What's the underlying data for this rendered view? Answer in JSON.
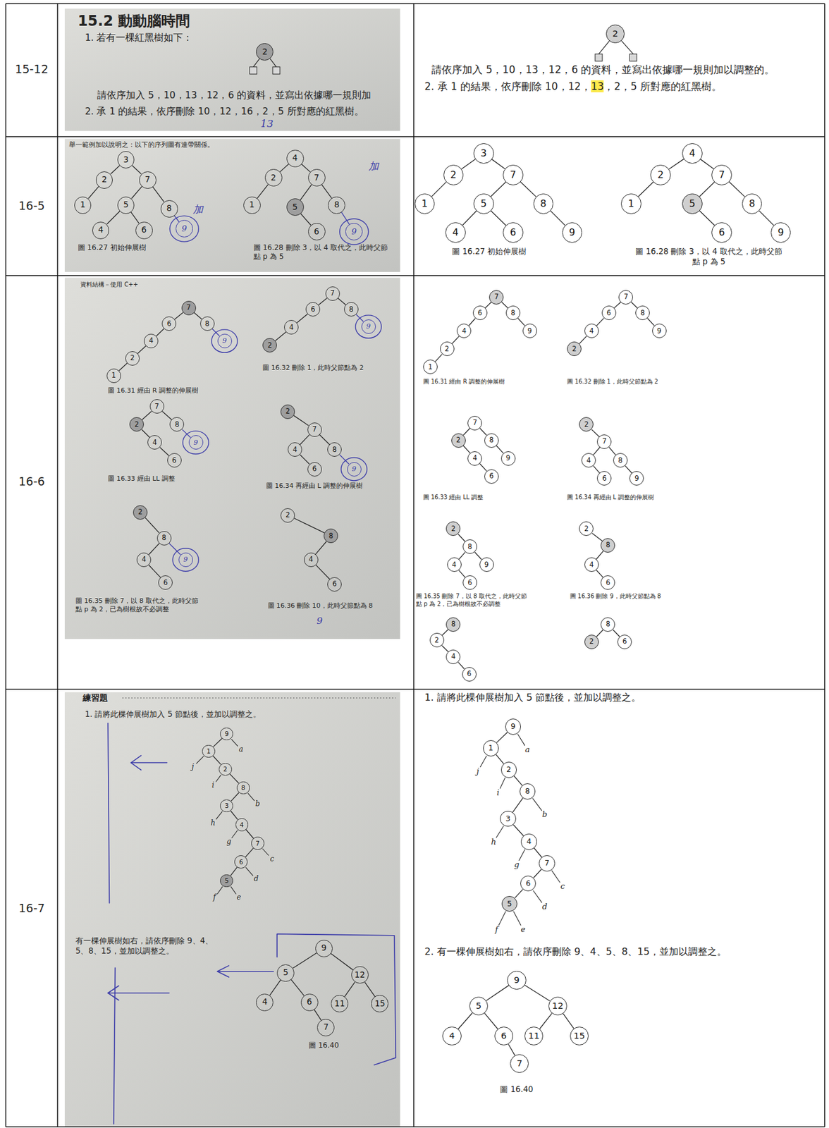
{
  "diagram": {
    "nodes": [
      {
        "text": [
          "2"
        ]
      },
      {
        "text": [
          "2"
        ]
      },
      {
        "text": [
          "3"
        ]
      },
      {
        "text": [
          "2"
        ]
      },
      {
        "text": [
          "7"
        ]
      },
      {
        "text": [
          "1"
        ]
      },
      {
        "text": [
          "5"
        ]
      },
      {
        "text": [
          "8"
        ]
      },
      {
        "text": [
          "4"
        ]
      },
      {
        "text": [
          "6"
        ]
      },
      {
        "text": [
          "9"
        ]
      },
      {
        "text": [
          "4"
        ]
      },
      {
        "text": [
          "2"
        ]
      },
      {
        "text": [
          "7"
        ]
      },
      {
        "text": [
          "1"
        ]
      },
      {
        "text": [
          "5"
        ]
      },
      {
        "text": [
          "8"
        ]
      },
      {
        "text": [
          "6"
        ]
      },
      {
        "text": [
          "9"
        ]
      },
      {
        "text": [
          "3"
        ]
      },
      {
        "text": [
          "2"
        ]
      },
      {
        "text": [
          "7"
        ]
      },
      {
        "text": [
          "1"
        ]
      },
      {
        "text": [
          "5"
        ]
      },
      {
        "text": [
          "8"
        ]
      },
      {
        "text": [
          "4"
        ]
      },
      {
        "text": [
          "6"
        ]
      },
      {
        "text": [
          "9"
        ]
      },
      {
        "text": [
          "4"
        ]
      },
      {
        "text": [
          "2"
        ]
      },
      {
        "text": [
          "7"
        ]
      },
      {
        "text": [
          "1"
        ]
      },
      {
        "text": [
          "5"
        ]
      },
      {
        "text": [
          "8"
        ]
      },
      {
        "text": [
          "6"
        ]
      },
      {
        "text": [
          "9"
        ]
      },
      {
        "text": [
          "7"
        ]
      },
      {
        "text": [
          "6"
        ]
      },
      {
        "text": [
          "8"
        ]
      },
      {
        "text": [
          "4"
        ]
      },
      {
        "text": [
          "9"
        ]
      },
      {
        "text": [
          "2"
        ]
      },
      {
        "text": [
          "1"
        ]
      },
      {
        "text": [
          "7"
        ]
      },
      {
        "text": [
          "6"
        ]
      },
      {
        "text": [
          "8"
        ]
      },
      {
        "text": [
          "4"
        ]
      },
      {
        "text": [
          "9"
        ]
      },
      {
        "text": [
          "2"
        ]
      },
      {
        "text": [
          "7"
        ]
      },
      {
        "text": [
          "2"
        ]
      },
      {
        "text": [
          "8"
        ]
      },
      {
        "text": [
          "4"
        ]
      },
      {
        "text": [
          "9"
        ]
      },
      {
        "text": [
          "6"
        ]
      },
      {
        "text": [
          "2"
        ]
      },
      {
        "text": [
          "7"
        ]
      },
      {
        "text": [
          "4"
        ]
      },
      {
        "text": [
          "8"
        ]
      },
      {
        "text": [
          "6"
        ]
      },
      {
        "text": [
          "9"
        ]
      },
      {
        "text": [
          "2"
        ]
      },
      {
        "text": [
          "8"
        ]
      },
      {
        "text": [
          "4"
        ]
      },
      {
        "text": [
          "9"
        ]
      },
      {
        "text": [
          "6"
        ]
      },
      {
        "text": [
          "2"
        ]
      },
      {
        "text": [
          "8"
        ]
      },
      {
        "text": [
          "4"
        ]
      },
      {
        "text": [
          "6"
        ]
      },
      {
        "text": [
          "7"
        ]
      },
      {
        "text": [
          "6"
        ]
      },
      {
        "text": [
          "8"
        ]
      },
      {
        "text": [
          "4"
        ]
      },
      {
        "text": [
          "9"
        ]
      },
      {
        "text": [
          "2"
        ]
      },
      {
        "text": [
          "1"
        ]
      },
      {
        "text": [
          "7"
        ]
      },
      {
        "text": [
          "6"
        ]
      },
      {
        "text": [
          "8"
        ]
      },
      {
        "text": [
          "4"
        ]
      },
      {
        "text": [
          "9"
        ]
      },
      {
        "text": [
          "2"
        ]
      },
      {
        "text": [
          "7"
        ]
      },
      {
        "text": [
          "2"
        ]
      },
      {
        "text": [
          "8"
        ]
      },
      {
        "text": [
          "4"
        ]
      },
      {
        "text": [
          "9"
        ]
      },
      {
        "text": [
          "6"
        ]
      },
      {
        "text": [
          "2"
        ]
      },
      {
        "text": [
          "7"
        ]
      },
      {
        "text": [
          "4"
        ]
      },
      {
        "text": [
          "8"
        ]
      },
      {
        "text": [
          "6"
        ]
      },
      {
        "text": [
          "9"
        ]
      },
      {
        "text": [
          "2"
        ]
      },
      {
        "text": [
          "8"
        ]
      },
      {
        "text": [
          "4"
        ]
      },
      {
        "text": [
          "9"
        ]
      },
      {
        "text": [
          "6"
        ]
      },
      {
        "text": [
          "2"
        ]
      },
      {
        "text": [
          "8"
        ]
      },
      {
        "text": [
          "4"
        ]
      },
      {
        "text": [
          "6"
        ]
      },
      {
        "text": [
          "8"
        ]
      },
      {
        "text": [
          "2"
        ]
      },
      {
        "text": [
          "4"
        ]
      },
      {
        "text": [
          "6"
        ]
      },
      {
        "text": [
          "8"
        ]
      },
      {
        "text": [
          "2"
        ]
      },
      {
        "text": [
          "6"
        ]
      },
      {
        "text": [
          "9"
        ]
      },
      {
        "text": [
          "1"
        ]
      },
      {
        "text": [
          "2"
        ]
      },
      {
        "text": [
          "8"
        ]
      },
      {
        "text": [
          "3"
        ]
      },
      {
        "text": [
          "4"
        ]
      },
      {
        "text": [
          "7"
        ]
      },
      {
        "text": [
          "6"
        ]
      },
      {
        "text": [
          "5"
        ]
      },
      {
        "text": [
          "9"
        ]
      },
      {
        "text": [
          "5"
        ]
      },
      {
        "text": [
          "12"
        ]
      },
      {
        "text": [
          "4"
        ]
      },
      {
        "text": [
          "6"
        ]
      },
      {
        "text": [
          "11"
        ]
      },
      {
        "text": [
          "15"
        ]
      },
      {
        "text": [
          "7"
        ]
      },
      {
        "text": [
          "9"
        ]
      },
      {
        "text": [
          "1"
        ]
      },
      {
        "text": [
          "2"
        ]
      },
      {
        "text": [
          "8"
        ]
      },
      {
        "text": [
          "3"
        ]
      },
      {
        "text": [
          "4"
        ]
      },
      {
        "text": [
          "7"
        ]
      },
      {
        "text": [
          "6"
        ]
      },
      {
        "text": [
          "5"
        ]
      },
      {
        "text": [
          "9"
        ]
      },
      {
        "text": [
          "5"
        ]
      },
      {
        "text": [
          "12"
        ]
      },
      {
        "text": [
          "4"
        ]
      },
      {
        "text": [
          "6"
        ]
      },
      {
        "text": [
          "11"
        ]
      },
      {
        "text": [
          "15"
        ]
      },
      {
        "text": [
          "7"
        ]
      }
    ],
    "edges": [
      {
        "from": 2,
        "to": 3,
        "arrow": "none"
      },
      {
        "from": 2,
        "to": 4,
        "arrow": "none"
      },
      {
        "from": 3,
        "to": 5,
        "arrow": "none"
      },
      {
        "from": 4,
        "to": 6,
        "arrow": "none"
      },
      {
        "from": 4,
        "to": 7,
        "arrow": "none"
      },
      {
        "from": 6,
        "to": 8,
        "arrow": "none"
      },
      {
        "from": 6,
        "to": 9,
        "arrow": "none"
      },
      {
        "from": 7,
        "to": 10,
        "arrow": "none"
      },
      {
        "from": 11,
        "to": 12,
        "arrow": "none"
      },
      {
        "from": 11,
        "to": 13,
        "arrow": "none"
      },
      {
        "from": 12,
        "to": 14,
        "arrow": "none"
      },
      {
        "from": 13,
        "to": 15,
        "arrow": "none"
      },
      {
        "from": 13,
        "to": 16,
        "arrow": "none"
      },
      {
        "from": 15,
        "to": 17,
        "arrow": "none"
      },
      {
        "from": 16,
        "to": 18,
        "arrow": "none"
      },
      {
        "from": 19,
        "to": 20,
        "arrow": "none"
      },
      {
        "from": 19,
        "to": 21,
        "arrow": "none"
      },
      {
        "from": 20,
        "to": 22,
        "arrow": "none"
      },
      {
        "from": 21,
        "to": 23,
        "arrow": "none"
      },
      {
        "from": 21,
        "to": 24,
        "arrow": "none"
      },
      {
        "from": 23,
        "to": 25,
        "arrow": "none"
      },
      {
        "from": 23,
        "to": 26,
        "arrow": "none"
      },
      {
        "from": 24,
        "to": 27,
        "arrow": "none"
      },
      {
        "from": 28,
        "to": 29,
        "arrow": "none"
      },
      {
        "from": 28,
        "to": 30,
        "arrow": "none"
      },
      {
        "from": 29,
        "to": 31,
        "arrow": "none"
      },
      {
        "from": 30,
        "to": 32,
        "arrow": "none"
      },
      {
        "from": 30,
        "to": 33,
        "arrow": "none"
      },
      {
        "from": 32,
        "to": 34,
        "arrow": "none"
      },
      {
        "from": 33,
        "to": 35,
        "arrow": "none"
      },
      {
        "from": 36,
        "to": 37,
        "arrow": "none"
      },
      {
        "from": 36,
        "to": 38,
        "arrow": "none"
      },
      {
        "from": 37,
        "to": 39,
        "arrow": "none"
      },
      {
        "from": 38,
        "to": 40,
        "arrow": "none"
      },
      {
        "from": 39,
        "to": 41,
        "arrow": "none"
      },
      {
        "from": 41,
        "to": 42,
        "arrow": "none"
      },
      {
        "from": 43,
        "to": 44,
        "arrow": "none"
      },
      {
        "from": 43,
        "to": 45,
        "arrow": "none"
      },
      {
        "from": 44,
        "to": 46,
        "arrow": "none"
      },
      {
        "from": 45,
        "to": 47,
        "arrow": "none"
      },
      {
        "from": 46,
        "to": 48,
        "arrow": "none"
      },
      {
        "from": 49,
        "to": 50,
        "arrow": "none"
      },
      {
        "from": 49,
        "to": 51,
        "arrow": "none"
      },
      {
        "from": 50,
        "to": 52,
        "arrow": "none"
      },
      {
        "from": 51,
        "to": 53,
        "arrow": "none"
      },
      {
        "from": 52,
        "to": 54,
        "arrow": "none"
      },
      {
        "from": 55,
        "to": 56,
        "arrow": "none"
      },
      {
        "from": 56,
        "to": 57,
        "arrow": "none"
      },
      {
        "from": 56,
        "to": 58,
        "arrow": "none"
      },
      {
        "from": 57,
        "to": 59,
        "arrow": "none"
      },
      {
        "from": 58,
        "to": 60,
        "arrow": "none"
      },
      {
        "from": 61,
        "to": 62,
        "arrow": "none"
      },
      {
        "from": 62,
        "to": 63,
        "arrow": "none"
      },
      {
        "from": 62,
        "to": 64,
        "arrow": "none"
      },
      {
        "from": 63,
        "to": 65,
        "arrow": "none"
      },
      {
        "from": 66,
        "to": 67,
        "arrow": "none"
      },
      {
        "from": 67,
        "to": 68,
        "arrow": "none"
      },
      {
        "from": 68,
        "to": 69,
        "arrow": "none"
      },
      {
        "from": 70,
        "to": 71,
        "arrow": "none"
      },
      {
        "from": 70,
        "to": 72,
        "arrow": "none"
      },
      {
        "from": 71,
        "to": 73,
        "arrow": "none"
      },
      {
        "from": 72,
        "to": 74,
        "arrow": "none"
      },
      {
        "from": 73,
        "to": 75,
        "arrow": "none"
      },
      {
        "from": 75,
        "to": 76,
        "arrow": "none"
      },
      {
        "from": 77,
        "to": 78,
        "arrow": "none"
      },
      {
        "from": 77,
        "to": 79,
        "arrow": "none"
      },
      {
        "from": 78,
        "to": 80,
        "arrow": "none"
      },
      {
        "from": 79,
        "to": 81,
        "arrow": "none"
      },
      {
        "from": 80,
        "to": 82,
        "arrow": "none"
      },
      {
        "from": 83,
        "to": 84,
        "arrow": "none"
      },
      {
        "from": 83,
        "to": 85,
        "arrow": "none"
      },
      {
        "from": 84,
        "to": 86,
        "arrow": "none"
      },
      {
        "from": 85,
        "to": 87,
        "arrow": "none"
      },
      {
        "from": 86,
        "to": 88,
        "arrow": "none"
      },
      {
        "from": 89,
        "to": 90,
        "arrow": "none"
      },
      {
        "from": 90,
        "to": 91,
        "arrow": "none"
      },
      {
        "from": 90,
        "to": 92,
        "arrow": "none"
      },
      {
        "from": 91,
        "to": 93,
        "arrow": "none"
      },
      {
        "from": 92,
        "to": 94,
        "arrow": "none"
      },
      {
        "from": 95,
        "to": 96,
        "arrow": "none"
      },
      {
        "from": 96,
        "to": 97,
        "arrow": "none"
      },
      {
        "from": 96,
        "to": 98,
        "arrow": "none"
      },
      {
        "from": 97,
        "to": 99,
        "arrow": "none"
      },
      {
        "from": 100,
        "to": 101,
        "arrow": "none"
      },
      {
        "from": 101,
        "to": 102,
        "arrow": "none"
      },
      {
        "from": 102,
        "to": 103,
        "arrow": "none"
      },
      {
        "from": 104,
        "to": 105,
        "arrow": "none"
      },
      {
        "from": 105,
        "to": 106,
        "arrow": "none"
      },
      {
        "from": 106,
        "to": 107,
        "arrow": "none"
      },
      {
        "from": 108,
        "to": 109,
        "arrow": "none"
      },
      {
        "from": 108,
        "to": 110,
        "arrow": "none"
      },
      {
        "from": 111,
        "to": 112,
        "arrow": "none"
      },
      {
        "from": 112,
        "to": 113,
        "arrow": "none"
      },
      {
        "from": 113,
        "to": 114,
        "arrow": "none"
      },
      {
        "from": 114,
        "to": 115,
        "arrow": "none"
      },
      {
        "from": 115,
        "to": 116,
        "arrow": "none"
      },
      {
        "from": 116,
        "to": 117,
        "arrow": "none"
      },
      {
        "from": 117,
        "to": 118,
        "arrow": "none"
      },
      {
        "from": 118,
        "to": 119,
        "arrow": "none"
      },
      {
        "from": 120,
        "to": 121,
        "arrow": "none"
      },
      {
        "from": 120,
        "to": 122,
        "arrow": "none"
      },
      {
        "from": 121,
        "to": 123,
        "arrow": "none"
      },
      {
        "from": 121,
        "to": 124,
        "arrow": "none"
      },
      {
        "from": 122,
        "to": 125,
        "arrow": "none"
      },
      {
        "from": 122,
        "to": 126,
        "arrow": "none"
      },
      {
        "from": 124,
        "to": 127,
        "arrow": "none"
      },
      {
        "from": 128,
        "to": 129,
        "arrow": "none"
      },
      {
        "from": 129,
        "to": 130,
        "arrow": "none"
      },
      {
        "from": 130,
        "to": 131,
        "arrow": "none"
      },
      {
        "from": 131,
        "to": 132,
        "arrow": "none"
      },
      {
        "from": 132,
        "to": 133,
        "arrow": "none"
      },
      {
        "from": 133,
        "to": 134,
        "arrow": "none"
      },
      {
        "from": 134,
        "to": 135,
        "arrow": "none"
      },
      {
        "from": 135,
        "to": 136,
        "arrow": "none"
      },
      {
        "from": 137,
        "to": 138,
        "arrow": "none"
      },
      {
        "from": 137,
        "to": 139,
        "arrow": "none"
      },
      {
        "from": 138,
        "to": 140,
        "arrow": "none"
      },
      {
        "from": 138,
        "to": 141,
        "arrow": "none"
      },
      {
        "from": 139,
        "to": 142,
        "arrow": "none"
      },
      {
        "from": 139,
        "to": 143,
        "arrow": "none"
      },
      {
        "from": 141,
        "to": 144,
        "arrow": "none"
      }
    ],
    "labels": [
      "15-12",
      "16-5",
      "16-6",
      "16-7",
      "15.2 動動腦時間",
      "1. 若有一棵紅黑樹如下：",
      "請依序加入 5，10，13，12，6 的資料，並寫出依據哪一規則加",
      "2. 承 1 的結果，依序刪除 10，12，16，2，5 所對應的紅黑樹。",
      "13",
      "請依序加入 5，10，13，12，6 的資料，並寫出依據哪一規則加以調整的。",
      "2. 承 1 的結果，依序刪除 10，12，",
      "13",
      "，2，5 所對應的紅黑樹。",
      "舉一範例加以說明之：以下的序列圖有連帶關係。",
      "加",
      "圖 16.27 初始伸展樹",
      "加",
      "圖 16.28 刪除 3，以 4 取代之，此時父節點 p 為 5",
      "圖 16.27 初始伸展樹",
      "圖 16.28 刪除 3，以 4 取代之，此時父節點 p 為 5",
      "資料結構－使用 C++",
      "圖 16.31 經由 R 調整的伸展樹",
      "圖 16.32 刪除 1，此時父節點為 2",
      "圖 16.33 經由 LL 調整",
      "圖 16.34 再經由 L 調整的伸展樹",
      "圖 16.35 刪除 7，以 8 取代之，此時父節點 p 為 2，已為樹根故不必調整",
      "圖 16.36 刪除 10，此時父節點為 8",
      "9",
      "圖 16.31 經由 R 調整的伸展樹",
      "圖 16.32 刪除 1，此時父節點為 2",
      "圖 16.33 經由 LL 調整",
      "圖 16.34 再經由 L 調整的伸展樹",
      "圖 16.35 刪除 7，以 8 取代之，此時父節點 p 為 2，已為樹根故不必調整",
      "圖 16.36 刪除 9，此時父節點為 8",
      "練習題",
      "1. 請將此棵伸展樹加入 5 節點後，並加以調整之。",
      "a",
      "j",
      "i",
      "b",
      "h",
      "g",
      "c",
      "d",
      "f",
      "e",
      "有一棵伸展樹如右，請依序刪除 9、4、5、8、15，並加以調整之。",
      "圖 16.40",
      "1. 請將此棵伸展樹加入 5 節點後，並加以調整之。",
      "a",
      "j",
      "i",
      "b",
      "h",
      "g",
      "c",
      "d",
      "f",
      "e",
      "2. 有一棵伸展樹如右，請依序刪除 9、4、5、8、15，並加以調整之。",
      "圖 16.40"
    ]
  }
}
